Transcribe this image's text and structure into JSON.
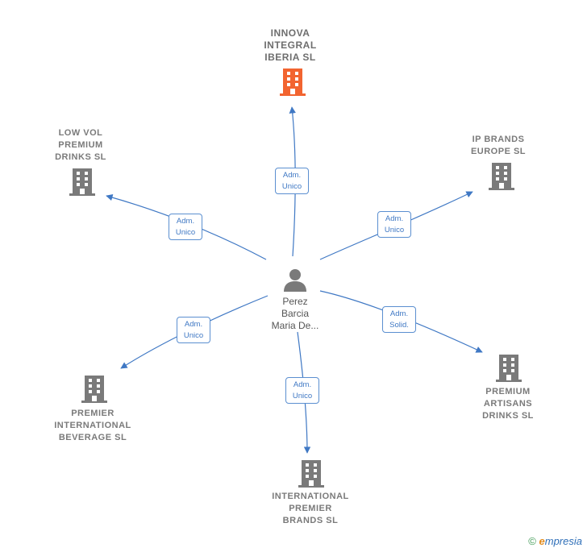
{
  "center": {
    "name": "Perez Barcia Maria De...",
    "lines": [
      "Perez",
      "Barcia",
      "Maria De..."
    ],
    "icon": "person-icon"
  },
  "companies": [
    {
      "id": "innova",
      "lines": [
        "INNOVA",
        "INTEGRAL",
        "IBERIA  SL"
      ],
      "highlight": true,
      "color": "#f26430",
      "icon": "building-icon"
    },
    {
      "id": "lowvol",
      "lines": [
        "LOW VOL",
        "PREMIUM",
        "DRINKS SL"
      ],
      "highlight": false,
      "color": "#7a7a7a",
      "icon": "building-icon"
    },
    {
      "id": "ipbrands",
      "lines": [
        "IP BRANDS",
        "EUROPE  SL"
      ],
      "highlight": false,
      "color": "#7a7a7a",
      "icon": "building-icon"
    },
    {
      "id": "premierintl",
      "lines": [
        "PREMIER",
        "INTERNATIONAL",
        "BEVERAGE  SL"
      ],
      "highlight": false,
      "color": "#7a7a7a",
      "icon": "building-icon"
    },
    {
      "id": "intlpremier",
      "lines": [
        "INTERNATIONAL",
        "PREMIER",
        "BRANDS  SL"
      ],
      "highlight": false,
      "color": "#7a7a7a",
      "icon": "building-icon"
    },
    {
      "id": "premiumartisans",
      "lines": [
        "PREMIUM",
        "ARTISANS",
        "DRINKS  SL"
      ],
      "highlight": false,
      "color": "#7a7a7a",
      "icon": "building-icon"
    }
  ],
  "edges": [
    {
      "to": "innova",
      "lines": [
        "Adm.",
        "Unico"
      ]
    },
    {
      "to": "lowvol",
      "lines": [
        "Adm.",
        "Unico"
      ]
    },
    {
      "to": "ipbrands",
      "lines": [
        "Adm.",
        "Unico"
      ]
    },
    {
      "to": "premierintl",
      "lines": [
        "Adm.",
        "Unico"
      ]
    },
    {
      "to": "intlpremier",
      "lines": [
        "Adm.",
        "Unico"
      ]
    },
    {
      "to": "premiumartisans",
      "lines": [
        "Adm.",
        "Solid."
      ]
    }
  ],
  "footer": {
    "copyright": "©",
    "brand_first": "e",
    "brand_rest": "mpresia"
  },
  "colors": {
    "edge": "#3f78c4",
    "badge_border": "#5b8fd0",
    "node": "#7a7a7a",
    "highlight": "#f26430"
  }
}
